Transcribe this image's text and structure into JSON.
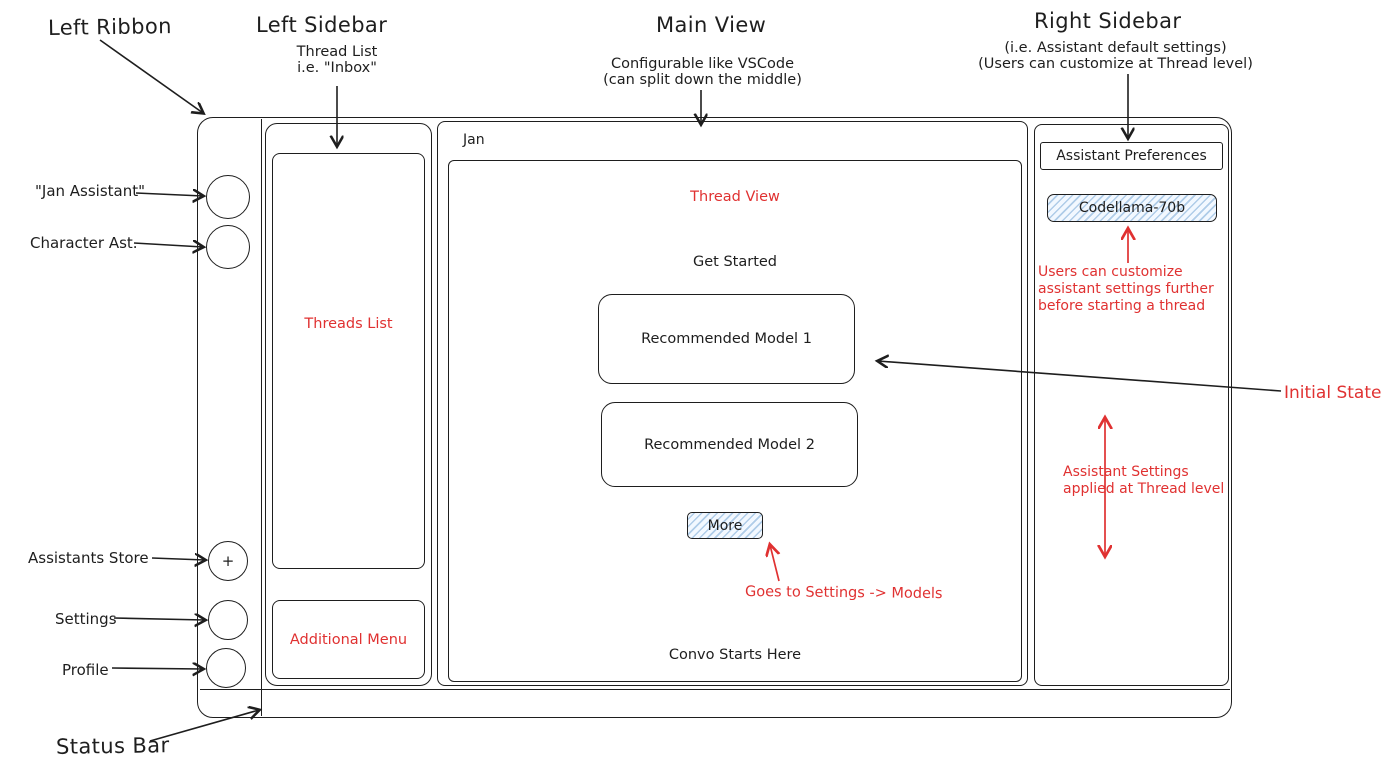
{
  "colors": {
    "ink": "#1e1e1e",
    "red": "#e03131",
    "hatch_blue": "#78a8d6"
  },
  "callouts": {
    "left_ribbon": {
      "label": "Left Ribbon"
    },
    "left_sidebar": {
      "label": "Left Sidebar",
      "sub1": "Thread List",
      "sub2": "i.e. \"Inbox\""
    },
    "main_view": {
      "label": "Main View",
      "sub1": "Configurable like VSCode",
      "sub2": "(can split down the middle)"
    },
    "right_sidebar": {
      "label": "Right Sidebar",
      "sub1": "(i.e. Assistant default settings)",
      "sub2": "(Users can customize at Thread level)"
    },
    "jan_assistant": "\"Jan Assistant\"",
    "character_ast": "Character Ast.",
    "assistants_store": "Assistants Store",
    "settings": "Settings",
    "profile": "Profile",
    "status_bar": "Status Bar",
    "initial_state": "Initial State"
  },
  "app": {
    "title": "Jan",
    "ribbon": {
      "store_plus": "+"
    },
    "sidebar": {
      "threads_list": "Threads List",
      "additional_menu": "Additional Menu"
    },
    "main": {
      "thread_view": "Thread View",
      "get_started": "Get Started",
      "recommended_model_1": "Recommended Model 1",
      "recommended_model_2": "Recommended Model 2",
      "more_button": "More",
      "goes_to_note": "Goes to Settings -> Models",
      "convo_starts": "Convo Starts Here"
    },
    "right_panel": {
      "header": "Assistant Preferences",
      "model_chip": "Codellama-70b",
      "note_customize": {
        "l1": "Users can customize",
        "l2": "assistant settings further",
        "l3": "before starting a thread"
      },
      "note_applied": {
        "l1": "Assistant Settings",
        "l2": "applied at Thread level"
      }
    }
  }
}
